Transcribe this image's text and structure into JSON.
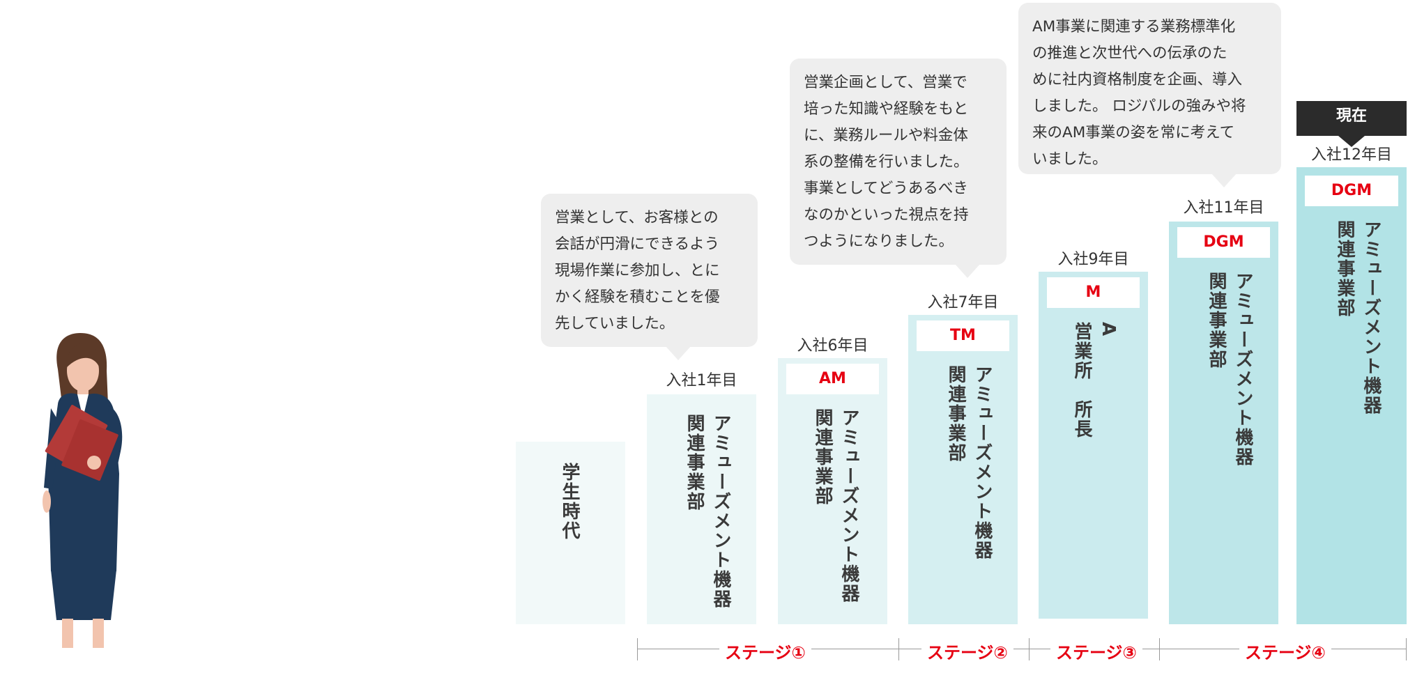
{
  "colors": {
    "accent_red": "#e60012",
    "bubble_bg": "#eeeeee",
    "badge_bg": "#2b2b2b",
    "col_levels": [
      "#f2f9f9",
      "#ecf7f7",
      "#e5f4f5",
      "#d5eff1",
      "#cbebee",
      "#bde6e9",
      "#b2e3e6"
    ]
  },
  "illustration": {
    "name": "businesswoman-figure"
  },
  "columns": [
    {
      "label": "学生時代"
    },
    {
      "year": "入社1年目",
      "dept": "アミューズメント機器\n関連事業部"
    },
    {
      "year": "入社6年目",
      "title": "AM",
      "dept": "アミューズメント機器\n関連事業部"
    },
    {
      "year": "入社7年目",
      "title": "TM",
      "dept": "アミューズメント機器\n関連事業部"
    },
    {
      "year": "入社9年目",
      "title": "M",
      "dept": "A\n営業所　所長"
    },
    {
      "year": "入社11年目",
      "title": "DGM",
      "dept": "アミューズメント機器\n関連事業部"
    },
    {
      "year": "入社12年目",
      "title": "DGM",
      "dept": "アミューズメント機器\n関連事業部"
    }
  ],
  "now_badge": "現在",
  "bubbles": [
    {
      "lines": [
        "営業として、お客様との",
        "会話が円滑にできるよう",
        "現場作業に参加し、とに",
        "かく経験を積むことを優",
        "先していました。"
      ]
    },
    {
      "lines": [
        "営業企画として、営業で",
        "培った知識や経験をもと",
        "に、業務ルールや料金体",
        "系の整備を行いました。",
        "事業としてどうあるべき",
        "なのかといった視点を持",
        "つようになりました。"
      ]
    },
    {
      "lines": [
        "AM事業に関連する業務標準化",
        "の推進と次世代への伝承のた",
        "めに社内資格制度を企画、導入",
        "しました。 ロジパルの強みや将",
        "来のAM事業の姿を常に考えて",
        "いました。"
      ]
    }
  ],
  "stages": [
    "ステージ①",
    "ステージ②",
    "ステージ③",
    "ステージ④"
  ]
}
